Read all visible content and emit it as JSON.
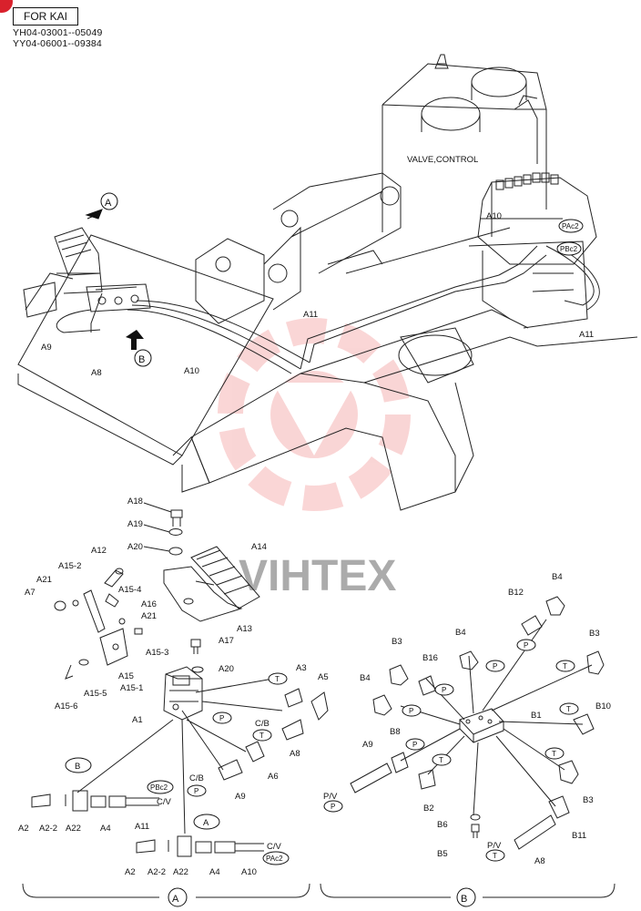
{
  "header": {
    "model": "FOR KAI",
    "serial_1": "YH04-03001--05049",
    "serial_2": "YY04-06001--09384"
  },
  "watermark": {
    "text": "VIHTEX",
    "color": "#f08a8a"
  },
  "top_view": {
    "valve_label": "VALVE,CONTROL",
    "view_a": "A",
    "view_b": "B",
    "labels": {
      "a10_valve": "A10",
      "a11_mid": "A11",
      "a11_right": "A11",
      "a9": "A9",
      "a8": "A8",
      "a10_line": "A10"
    },
    "ports": {
      "pac2": "PAc2",
      "pbc2": "PBc2"
    }
  },
  "detail_a": {
    "labels": {
      "a18": "A18",
      "a19": "A19",
      "a20_top": "A20",
      "a12": "A12",
      "a14": "A14",
      "a15_2": "A15-2",
      "a21_left": "A21",
      "a15_4": "A15-4",
      "a7": "A7",
      "a16": "A16",
      "a21_mid": "A21",
      "a13": "A13",
      "a15_3": "A15-3",
      "a17": "A17",
      "a20_mid": "A20",
      "a15": "A15",
      "a15_1": "A15-1",
      "a15_5": "A15-5",
      "a15_6": "A15-6",
      "a1": "A1",
      "a3": "A3",
      "a5": "A5",
      "cb": "C/B",
      "a8": "A8",
      "a6": "A6",
      "cb2": "C/B",
      "a9": "A9",
      "b_circle": "B",
      "pbc2": "PBc2",
      "cv1": "C/V",
      "a2_l": "A2",
      "a2_2_l": "A2-2",
      "a22_l": "A22",
      "a4_l": "A4",
      "a11": "A11",
      "a_circle": "A",
      "cv2": "C/V",
      "pac2": "PAc2",
      "a2_b": "A2",
      "a2_2_b": "A2-2",
      "a22_b": "A22",
      "a4_b": "A4",
      "a10": "A10"
    },
    "ports": {
      "t1": "T",
      "t2": "T",
      "p1": "P",
      "p2": "P"
    }
  },
  "detail_b": {
    "labels": {
      "b4_top": "B4",
      "b12": "B12",
      "b3_l": "B3",
      "b4_mid": "B4",
      "b3_r": "B3",
      "b16": "B16",
      "b4_left": "B4",
      "b1": "B1",
      "b10": "B10",
      "b8": "B8",
      "a9": "A9",
      "pv1": "P/V",
      "b2": "B2",
      "b3_low": "B3",
      "b6": "B6",
      "b11": "B11",
      "b5": "B5",
      "pv2": "P/V",
      "a8": "A8"
    },
    "ports": {
      "p_b12": "P",
      "p_b4": "P",
      "t_b3": "T",
      "p_b16": "P",
      "p_b4l": "P",
      "t_b10": "T",
      "p_b8": "P",
      "t_b2": "T",
      "t_b3low": "T",
      "p_pv1": "P",
      "t_pv2": "T"
    }
  },
  "footer": {
    "section_a": "A",
    "section_b": "B"
  }
}
